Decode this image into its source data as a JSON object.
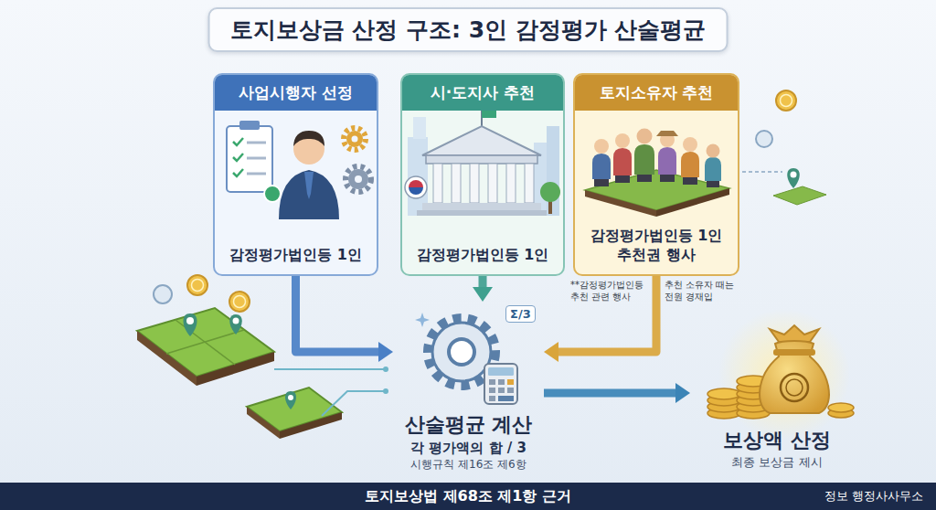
{
  "diagram": {
    "title": "토지보상금 산정 구조: 3인 감정평가 산술평균",
    "nodes": [
      {
        "text": [
          "사업시행자 선정",
          "감정평가법인등 1인"
        ]
      },
      {
        "text": [
          "시·도지사 추천",
          "감정평가법인등 1인"
        ]
      },
      {
        "text": [
          "토지소유자 추천",
          "감정평가법인등 1인 추천권 행사"
        ]
      },
      {
        "text": [
          "산술평균 계산",
          "각 평가액의 합 / 3",
          "시행규칙 제16조 제6항"
        ]
      },
      {
        "text": [
          "보상액 산정",
          "최종 보상금 제시"
        ]
      },
      {
        "text": [
          "토지보상법 제68조 제1항 근거",
          "정보 행정사사무소"
        ]
      }
    ],
    "edges": [
      {
        "from": 0,
        "to": 3,
        "arrow": "to"
      },
      {
        "from": 1,
        "to": 3,
        "arrow": "to"
      },
      {
        "from": 2,
        "to": 3,
        "arrow": "to"
      },
      {
        "from": 3,
        "to": 4,
        "arrow": "to"
      }
    ],
    "labels": [
      "**감정평가법인등 추천 관련 행사",
      "추천 소유자 때는 전원 경재입",
      "Σ/3"
    ]
  }
}
